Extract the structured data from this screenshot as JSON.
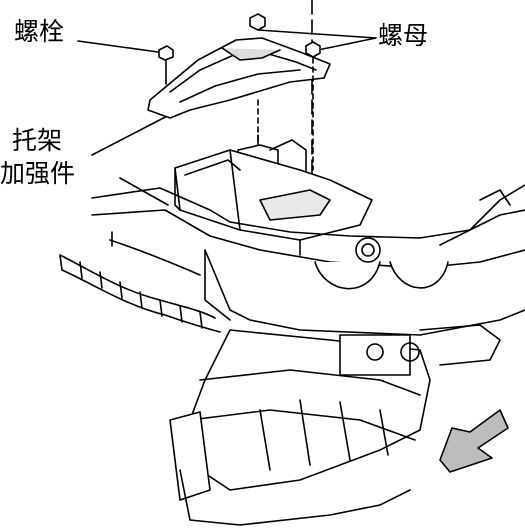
{
  "labels": {
    "bolt": "螺栓",
    "nut": "螺母",
    "bracket_line1": "托架",
    "bracket_line2": "加强件"
  },
  "colors": {
    "ink": "#000000",
    "paper": "#ffffff",
    "shade": "#cfcfcf"
  }
}
